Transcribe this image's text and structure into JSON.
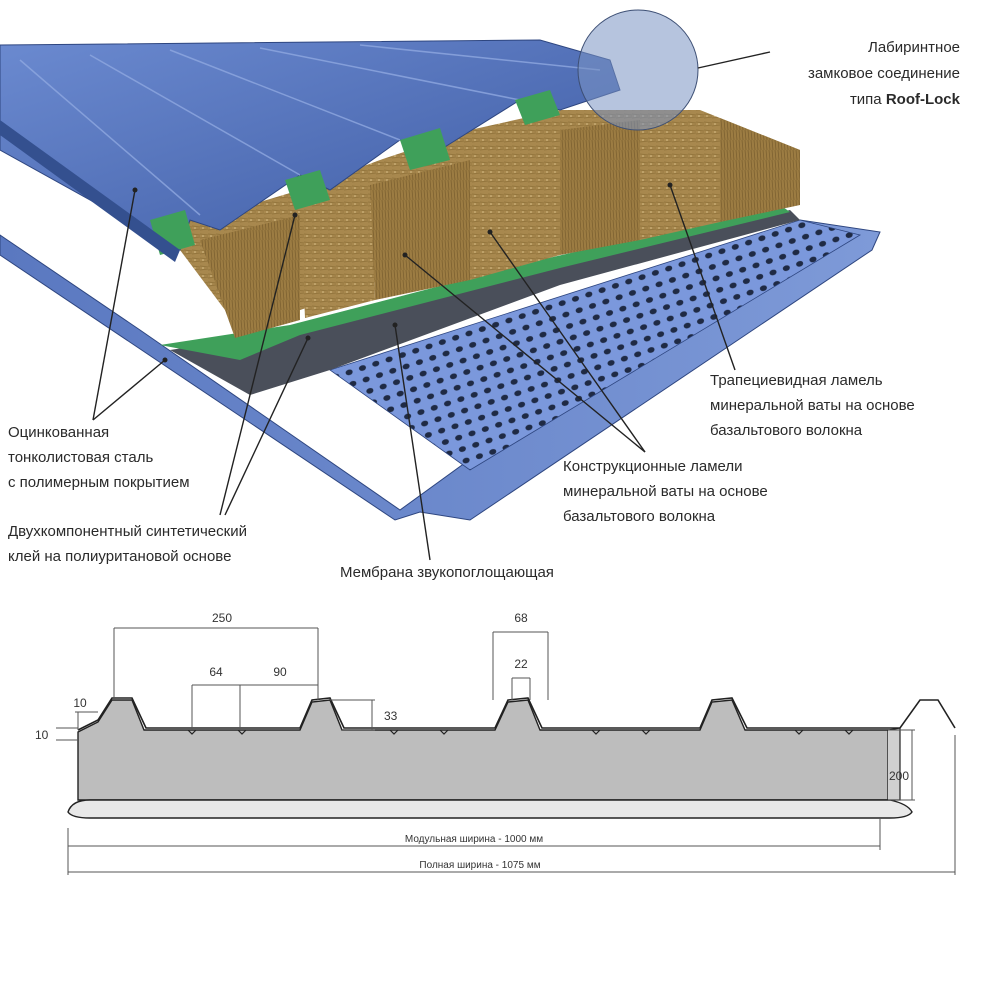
{
  "diagram": {
    "labels": {
      "roof_lock_line1": "Лабиринтное",
      "roof_lock_line2": "замковое соединение",
      "roof_lock_line3_prefix": "типа ",
      "roof_lock_line3_bold": "Roof-Lock",
      "steel_line1": "Оцинкованная",
      "steel_line2": "тонколистовая сталь",
      "steel_line3": "с полимерным покрытием",
      "glue_line1": "Двухкомпонентный синтетический",
      "glue_line2": "клей на полиуритановой основе",
      "membrane": "Мембрана звукопоглощающая",
      "trap_line1": "Трапециевидная ламель",
      "trap_line2": "минеральной ваты на основе",
      "trap_line3": "базальтового волокна",
      "struct_line1": "Конструкционные ламели",
      "struct_line2": "минеральной ваты на основе",
      "struct_line3": "базальтового волокна"
    },
    "dimensions": {
      "d250": "250",
      "d68": "68",
      "d64": "64",
      "d90": "90",
      "d22": "22",
      "d33": "33",
      "d10_top": "10",
      "d10_left": "10",
      "d200": "200",
      "modular_width": "Модульная ширина - 1000 мм",
      "full_width": "Полная ширина - 1075 мм"
    },
    "colors": {
      "steel": "#5577bf",
      "steel_dark": "#3e5a9c",
      "glue": "#3fa05a",
      "wool": "#a8884e",
      "wool_dark": "#7a5f2f",
      "membrane": "#4a4f5a",
      "perforated": "#6f8fd6",
      "profile_fill": "#bdbdbd",
      "line": "#222222"
    }
  }
}
